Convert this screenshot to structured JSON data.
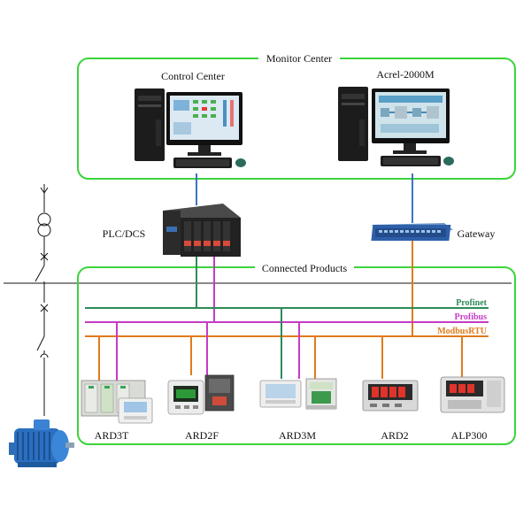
{
  "diagram": {
    "monitor_center": {
      "title": "Monitor Center",
      "control_center_label": "Control Center",
      "acrel_label": "Acrel-2000M"
    },
    "plc_label": "PLC/DCS",
    "gateway_label": "Gateway",
    "connected_products": {
      "title": "Connected Products",
      "buses": {
        "profinet": {
          "label": "Profinet",
          "color": "#2e8b57"
        },
        "profibus": {
          "label": "Profibus",
          "color": "#c43cc4"
        },
        "modbus": {
          "label": "ModbusRTU",
          "color": "#e07b1c"
        }
      },
      "products": [
        {
          "label": "ARD3T"
        },
        {
          "label": "ARD2F"
        },
        {
          "label": "ARD3M"
        },
        {
          "label": "ARD2"
        },
        {
          "label": "ALP300"
        }
      ]
    },
    "colors": {
      "frame_green": "#3bd43b",
      "link_blue": "#3b73c4",
      "line_black": "#111111"
    },
    "icons": [
      "desktop-computer-icon",
      "plc-rack-icon",
      "network-switch-icon",
      "transformer-icon",
      "switch-icon",
      "motor-icon",
      "meter-icon"
    ]
  }
}
